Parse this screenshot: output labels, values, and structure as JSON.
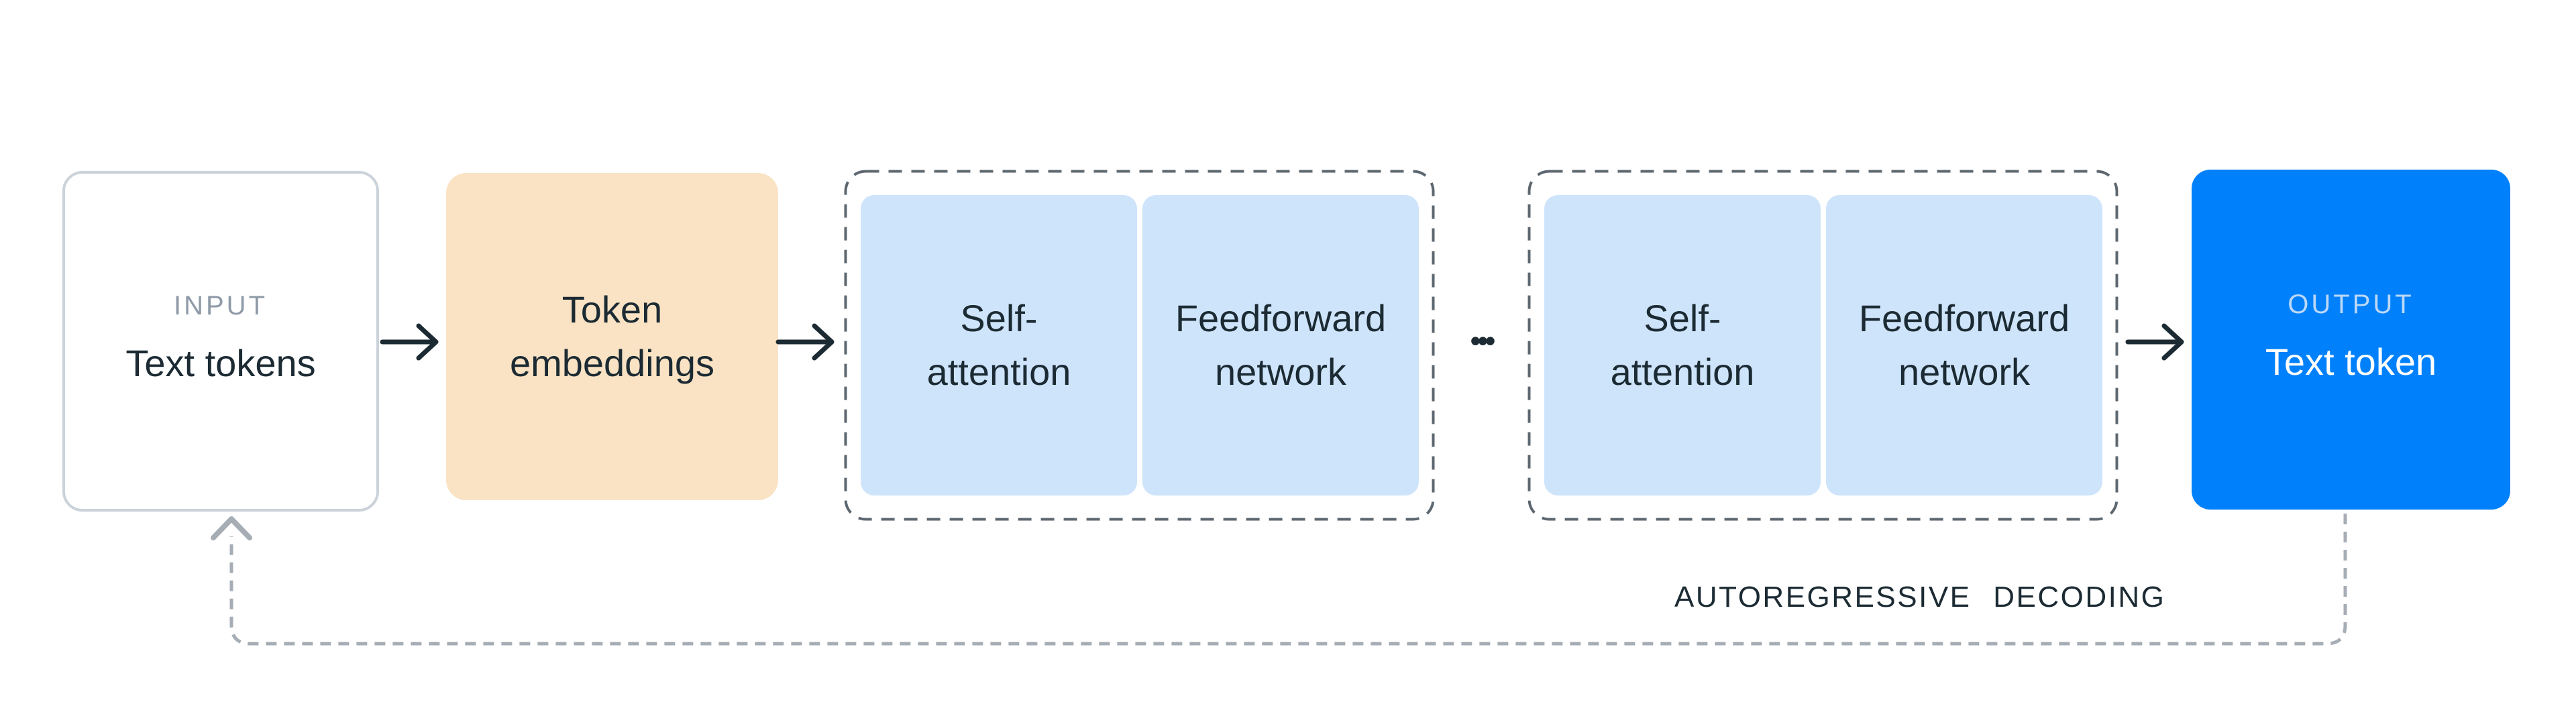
{
  "input_box": {
    "kicker": "INPUT",
    "label": "Text tokens"
  },
  "embedding_box": {
    "label": "Token embeddings"
  },
  "layer_block_1": {
    "attention": "Self-attention",
    "feedforward": "Feedforward network"
  },
  "ellipsis": "•••",
  "layer_block_2": {
    "attention": "Self-attention",
    "feedforward": "Feedforward network"
  },
  "output_box": {
    "kicker": "OUTPUT",
    "label": "Text token"
  },
  "feedback_loop": {
    "label": "AUTOREGRESSIVE DECODING"
  },
  "colors": {
    "text_dark": "#1C2B33",
    "kicker_gray": "#8E9AA7",
    "input_border": "#CBD2DA",
    "embedding_fill": "#FAE3C4",
    "layer_fill": "#CEE4FB",
    "output_fill": "#0081FB",
    "output_kicker": "#BCD8F6",
    "container_dash": "#5D6770",
    "feedback_dash": "#A6ADB4",
    "arrow_dark": "#1C2B33"
  }
}
